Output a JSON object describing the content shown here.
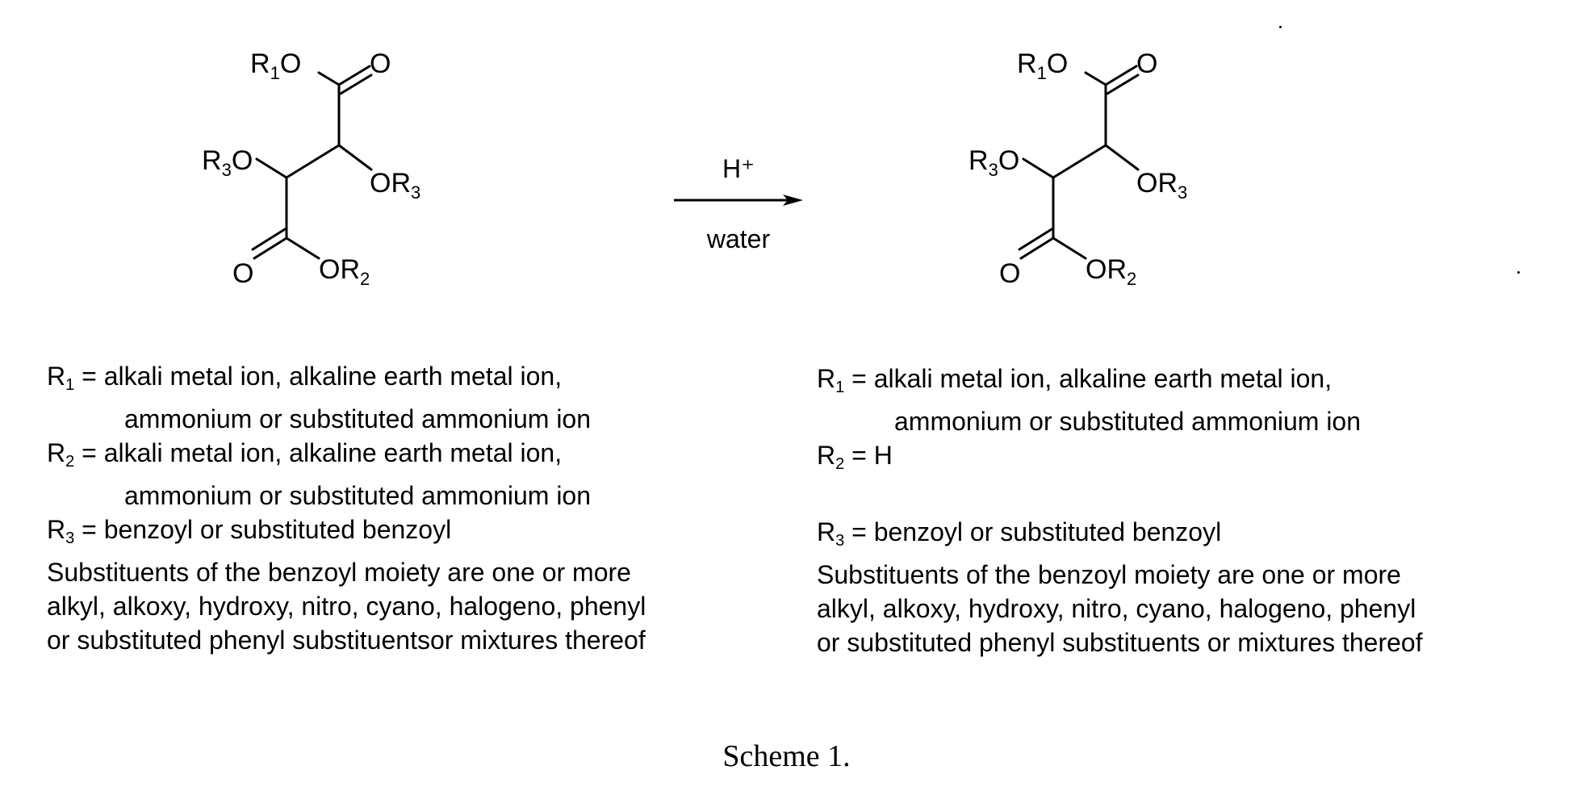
{
  "reactant": {
    "r1o_label": "R",
    "r1o_sub": "1",
    "r1o_tail": "O",
    "top_o": "O",
    "r3o_label": "R",
    "r3o_sub": "3",
    "r3o_tail": "O",
    "or3_head": "OR",
    "or3_sub": "3",
    "bottom_o": "O",
    "or2_head": "OR",
    "or2_sub": "2"
  },
  "product": {
    "r1o_label": "R",
    "r1o_sub": "1",
    "r1o_tail": "O",
    "top_o": "O",
    "r3o_label": "R",
    "r3o_sub": "3",
    "r3o_tail": "O",
    "or3_head": "OR",
    "or3_sub": "3",
    "bottom_o": "O",
    "or2_head": "OR",
    "or2_sub": "2"
  },
  "reaction": {
    "reagent_above": "H⁺",
    "reagent_below": "water"
  },
  "left_definitions": {
    "r1_symbol": "R",
    "r1_sub": "1",
    "r1_line1": " = alkali metal ion, alkaline earth metal ion,",
    "r1_line2": "ammonium or substituted ammonium ion",
    "r2_symbol": "R",
    "r2_sub": "2",
    "r2_line1": " = alkali metal ion, alkaline earth metal ion,",
    "r2_line2": "ammonium or substituted ammonium ion",
    "r3_symbol": "R",
    "r3_sub": "3",
    "r3_line1": " = benzoyl or substituted benzoyl",
    "note_line1": "Substituents of the benzoyl moiety are one or more",
    "note_line2": "alkyl, alkoxy, hydroxy, nitro, cyano, halogeno, phenyl",
    "note_line3": "or substituted phenyl substituentsor mixtures thereof"
  },
  "right_definitions": {
    "r1_symbol": "R",
    "r1_sub": "1",
    "r1_line1": " = alkali metal ion, alkaline earth metal ion,",
    "r1_line2": "ammonium or substituted ammonium ion",
    "r2_symbol": "R",
    "r2_sub": "2",
    "r2_line1": " = H",
    "r3_symbol": "R",
    "r3_sub": "3",
    "r3_line1": " = benzoyl or substituted benzoyl",
    "note_line1": "Substituents of the benzoyl moiety are one or more",
    "note_line2": "alkyl, alkoxy, hydroxy, nitro, cyano, halogeno, phenyl",
    "note_line3": "or substituted phenyl substituents or mixtures thereof"
  },
  "caption": "Scheme 1."
}
